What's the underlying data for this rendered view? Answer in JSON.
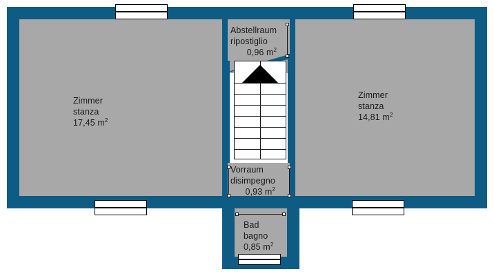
{
  "plan": {
    "colors": {
      "wall": "#0e5c83",
      "floor": "#a8a8a8",
      "window": "#ffffff",
      "ink": "#1a1a1a",
      "background": "#ffffff"
    },
    "rooms": [
      {
        "id": "room-left",
        "name_de": "Zimmer",
        "name_it": "stanza",
        "area": "17,45 m"
      },
      {
        "id": "room-right",
        "name_de": "Zimmer",
        "name_it": "stanza",
        "area": "14,81 m"
      },
      {
        "id": "room-storage",
        "name_de": "Abstellraum",
        "name_it": "ripostiglio",
        "area": "0,96 m"
      },
      {
        "id": "room-hallway",
        "name_de": "Vorraum",
        "name_it": "disimpegno",
        "area": "0,93 m"
      },
      {
        "id": "room-bath",
        "name_de": "Bad",
        "name_it": "bagno",
        "area": "0,85 m"
      }
    ],
    "area_unit_exponent": "2",
    "features": {
      "staircase": "staircase-up",
      "stair_direction_arrow": "arrow-up",
      "window_count": "5"
    }
  }
}
